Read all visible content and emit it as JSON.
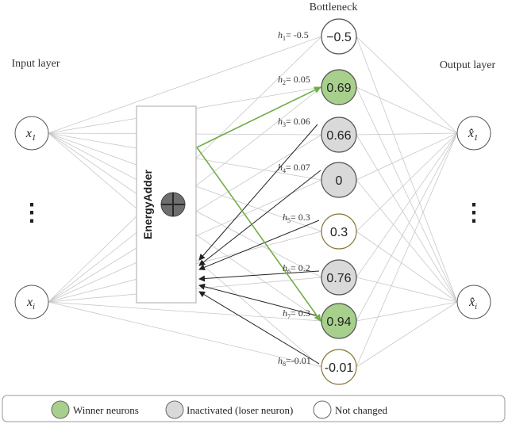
{
  "title_bottleneck": "Bottleneck",
  "input_layer_label": "Input layer",
  "output_layer_label": "Output layer",
  "energy_adder_label": "EnergyAdder",
  "inputs": [
    {
      "base": "x",
      "sub": "1"
    },
    {
      "base": "x",
      "sub": "i"
    }
  ],
  "outputs": [
    {
      "base": "x̂",
      "sub": "1"
    },
    {
      "base": "x̂",
      "sub": "i"
    }
  ],
  "ellipsis": "⋮",
  "bottleneck": [
    {
      "var": "h",
      "sub": "1",
      "eq": "= -0.5",
      "value": "−0.5",
      "state": "unchanged"
    },
    {
      "var": "h",
      "sub": "2",
      "eq": "= 0.05",
      "value": "0.69",
      "state": "winner"
    },
    {
      "var": "h",
      "sub": "3",
      "eq": "= 0.06",
      "value": "0.66",
      "state": "loser"
    },
    {
      "var": "h",
      "sub": "4",
      "eq": "= 0.07",
      "value": "0",
      "state": "loser"
    },
    {
      "var": "h",
      "sub": "5",
      "eq": "= 0.3",
      "value": "0.3",
      "state": "unchanged"
    },
    {
      "var": "h",
      "sub": "6",
      "eq": "= 0.2",
      "value": "0.76",
      "state": "loser"
    },
    {
      "var": "h",
      "sub": "7",
      "eq": "= 0.3",
      "value": "0.94",
      "state": "winner"
    },
    {
      "var": "h",
      "sub": "8",
      "eq": "=-0.01",
      "value": "-0.01",
      "state": "unchanged"
    }
  ],
  "legend": [
    {
      "label": "Winner neurons",
      "color": "#a8d08d"
    },
    {
      "label": "Inactivated (loser neuron)",
      "color": "#d9d9d9"
    },
    {
      "label": "Not changed",
      "color": "#ffffff"
    }
  ],
  "colors": {
    "winner": "#a8d08d",
    "loser": "#d9d9d9",
    "unchanged": "#ffffff",
    "green_arrow": "#70ad47",
    "connection": "#c8c8c8"
  }
}
